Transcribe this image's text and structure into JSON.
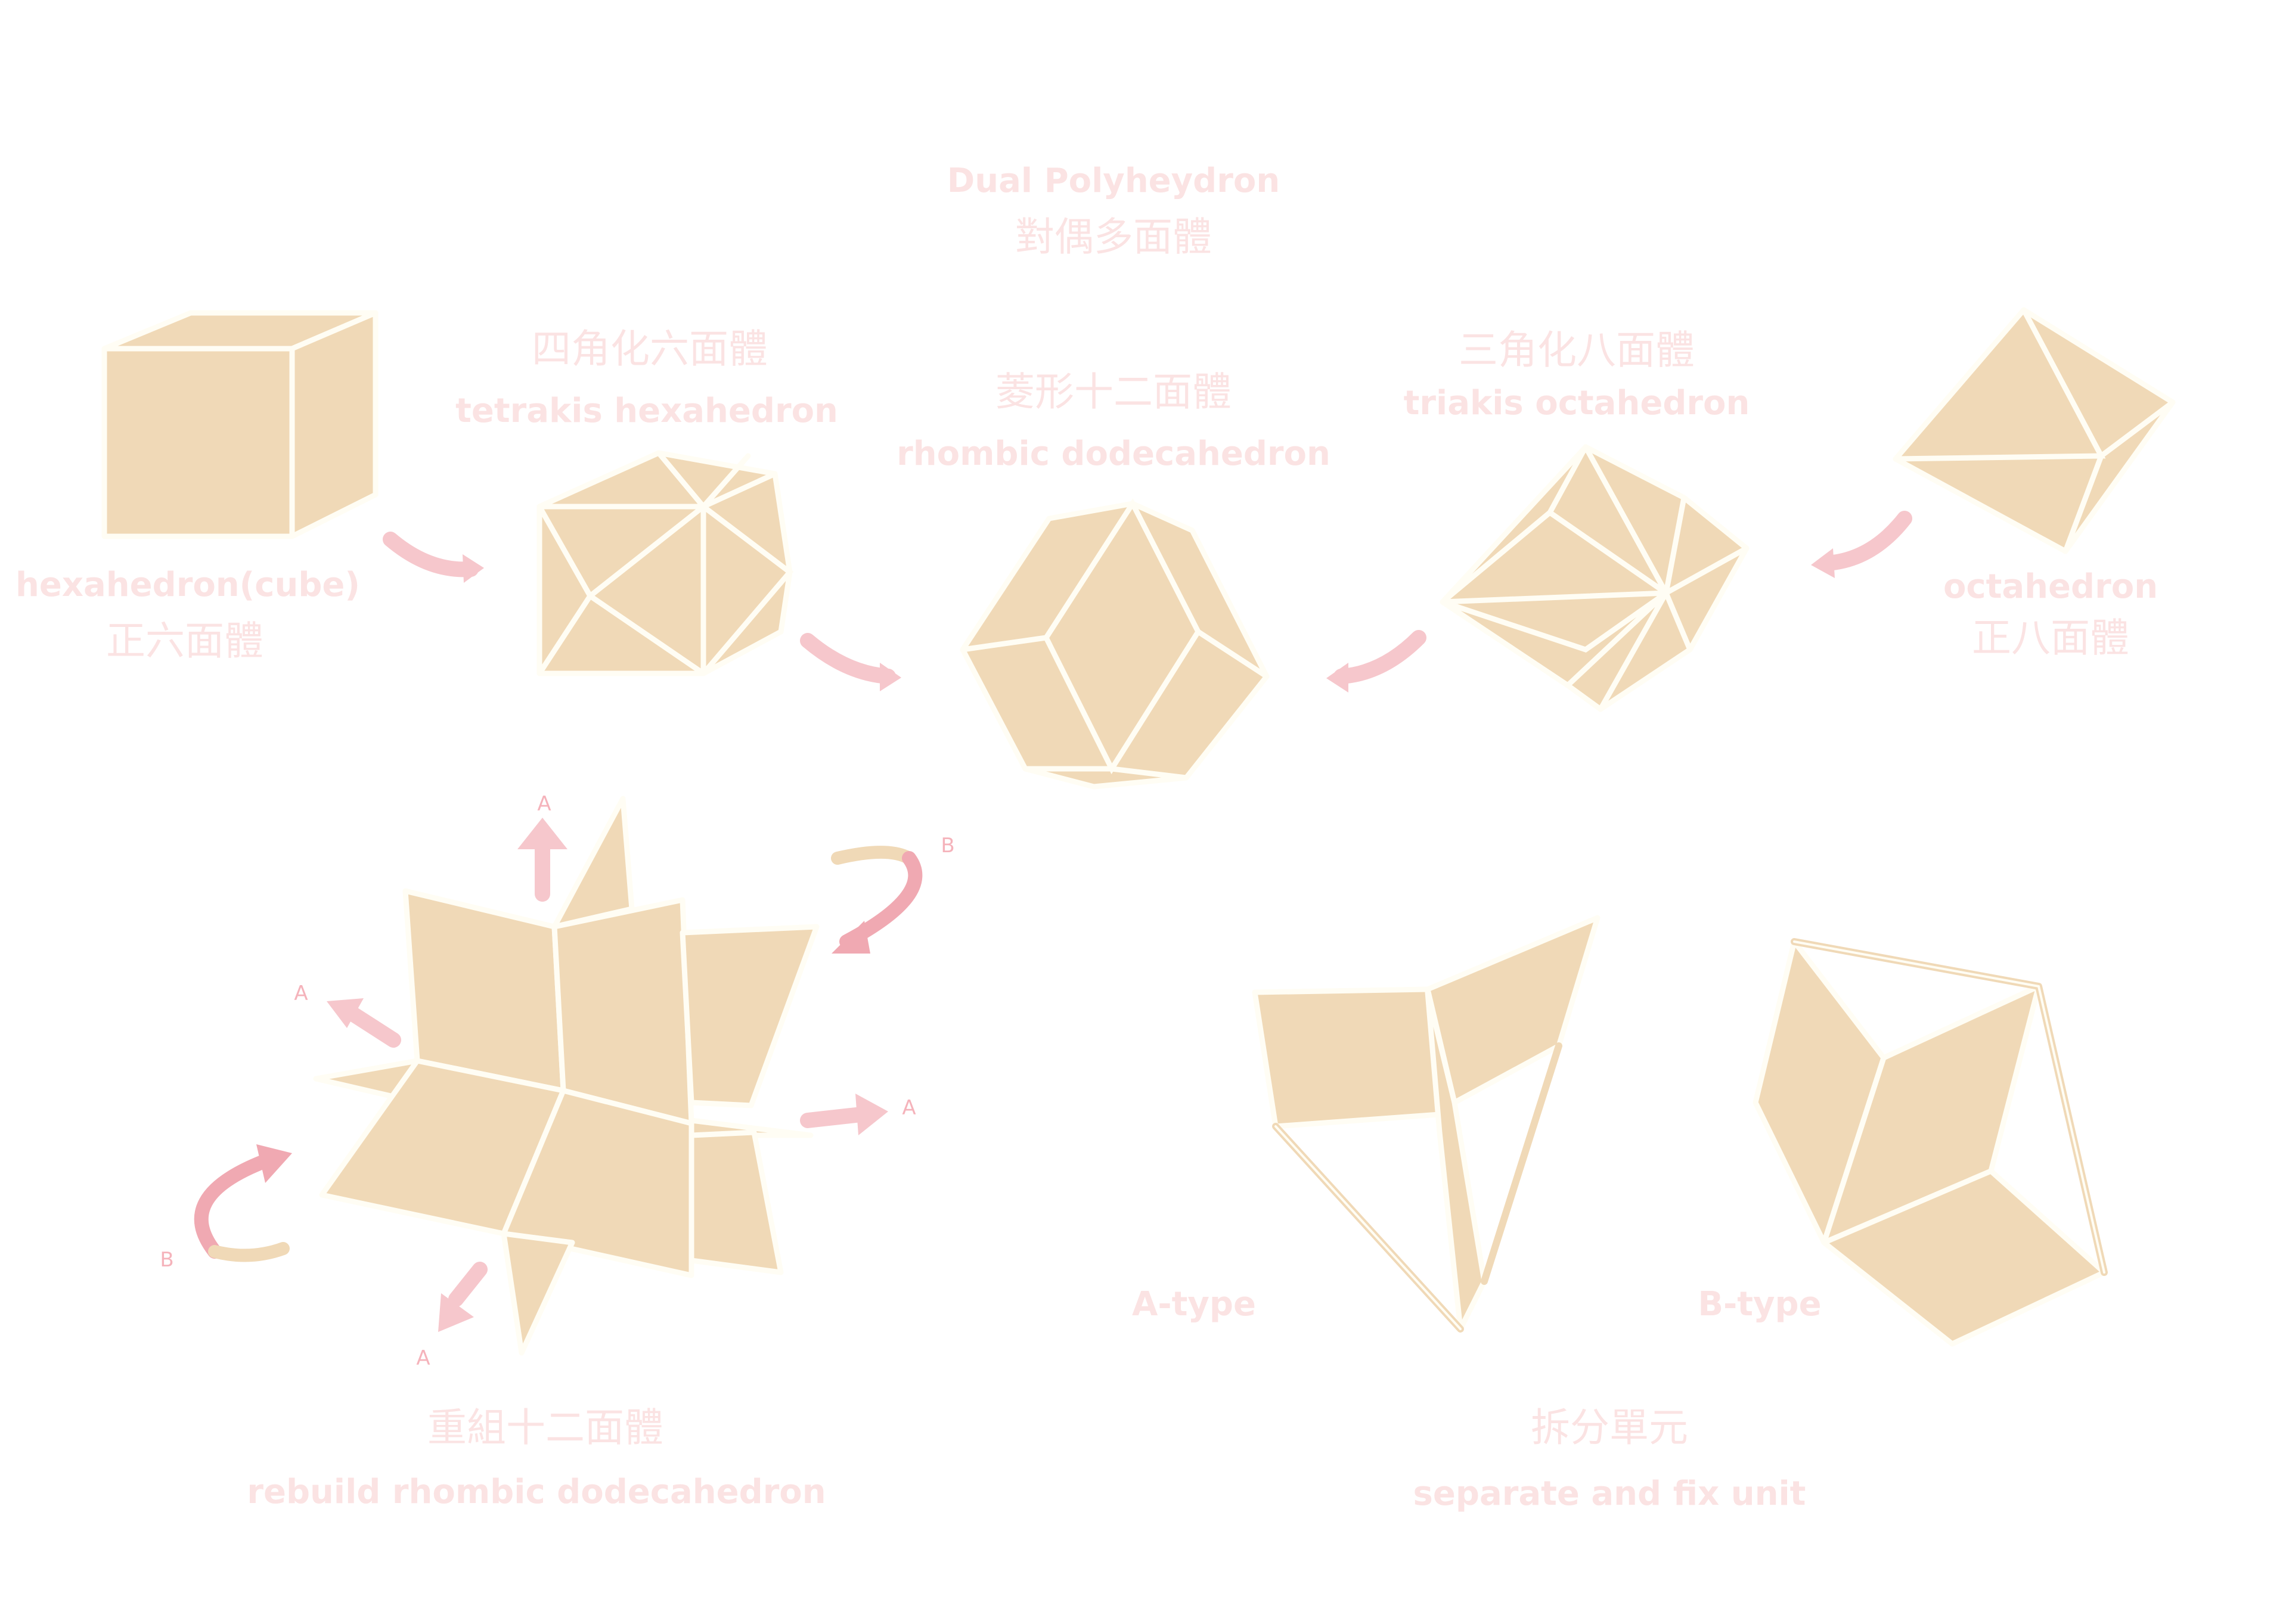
{
  "title": {
    "en": "Dual Polyheydron",
    "zh": "對偶多面體"
  },
  "shapes": {
    "cube": {
      "en": "hexahedron(cube)",
      "zh": "正六面體"
    },
    "tetrakis": {
      "zh": "四角化六面體",
      "en": "tetrakis hexahedron"
    },
    "rhombic": {
      "zh": "菱形十二面體",
      "en": "rhombic dodecahedron"
    },
    "triakis": {
      "zh": "三角化八面體",
      "en": "triakis octahedron"
    },
    "octahedron": {
      "en": "octahedron",
      "zh": "正八面體"
    }
  },
  "rebuild": {
    "zh": "重組十二面體",
    "en": "rebuild rhombic dodecahedron"
  },
  "separate": {
    "zh": "拆分單元",
    "en": "separate and fix unit"
  },
  "unit_types": {
    "a": "A-type",
    "b": "B-type"
  },
  "markers": {
    "a": "A",
    "b": "B"
  },
  "colors": {
    "face": "#f0d9b7",
    "edge": "#fffdf4",
    "label": "#fbe3e3",
    "arrow": "#f6c7cc",
    "swirl": "#f0a9b2"
  }
}
